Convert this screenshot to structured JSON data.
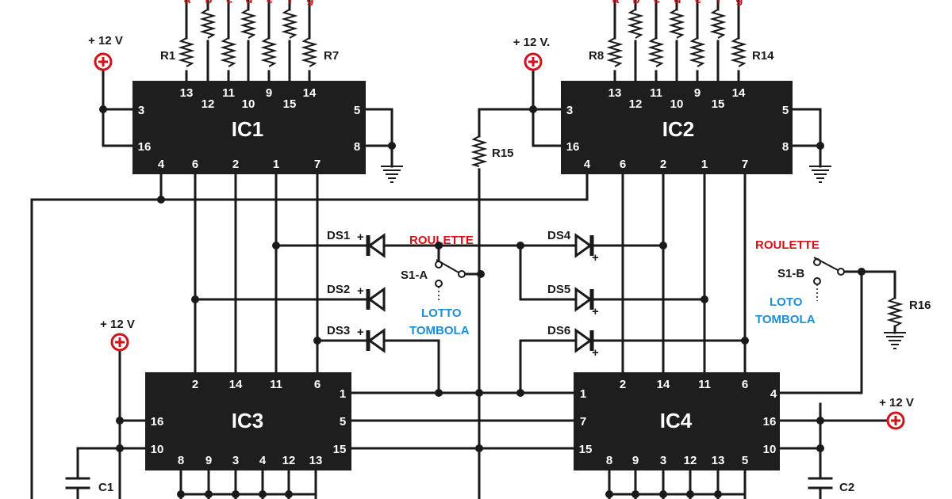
{
  "chips": [
    {
      "id": "IC1",
      "pins": [
        "13",
        "12",
        "11",
        "10",
        "9",
        "15",
        "14",
        "3",
        "16",
        "5",
        "8",
        "4",
        "6",
        "2",
        "1",
        "7"
      ]
    },
    {
      "id": "IC2",
      "pins": [
        "13",
        "12",
        "11",
        "10",
        "9",
        "15",
        "14",
        "3",
        "16",
        "5",
        "8",
        "4",
        "6",
        "2",
        "1",
        "7"
      ]
    },
    {
      "id": "IC3",
      "pins": [
        "2",
        "14",
        "11",
        "6",
        "1",
        "5",
        "15",
        "16",
        "10",
        "8",
        "9",
        "3",
        "4",
        "12",
        "13"
      ]
    },
    {
      "id": "IC4",
      "pins": [
        "2",
        "14",
        "11",
        "6",
        "1",
        "7",
        "15",
        "4",
        "16",
        "10",
        "8",
        "9",
        "3",
        "12",
        "13",
        "5"
      ]
    }
  ],
  "resistors": [
    "R1",
    "R7",
    "R8",
    "R14",
    "R15",
    "R16"
  ],
  "capacitors": [
    "C1",
    "C2"
  ],
  "diodes": [
    "DS1",
    "DS2",
    "DS3",
    "DS4",
    "DS5",
    "DS6"
  ],
  "switches": [
    "S1-A",
    "S1-B"
  ],
  "supplies": [
    "+ 12 V",
    "+ 12 V.",
    "+ 12 V",
    "+ 12 V"
  ],
  "segments": [
    "a",
    "b",
    "c",
    "d",
    "e",
    "f",
    "g"
  ],
  "mode_labels": {
    "roulette": "ROULETTE",
    "lotto": "LOTTO",
    "tombola": "TOMBOLA",
    "lotto_alt": "LOTO"
  },
  "diode_mark": "+",
  "colors": {
    "wire": "#1a1a1a",
    "chip": "#1e1e1e",
    "red": "#d0121b",
    "blue": "#1a8fd6",
    "supply": "#d0121b"
  }
}
